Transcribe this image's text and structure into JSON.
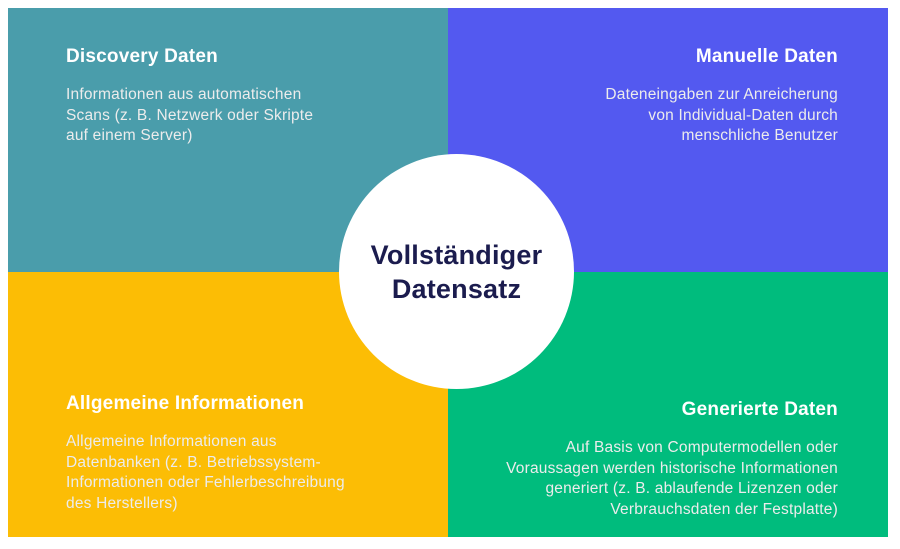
{
  "diagram": {
    "title": "Datensatz-Quadranten-Diagramm",
    "palette": {
      "background": "#FFFFFF",
      "title_text": "#FFFFFF",
      "body_text": "#ECECEC",
      "center_text": "#1B1C4E",
      "center_bg": "#FFFFFF"
    },
    "center": {
      "label": "Vollständiger\nDatensatz"
    },
    "quadrants": {
      "top_left": {
        "title": "Discovery Daten",
        "body": "Informationen aus automatischen\nScans (z. B. Netzwerk oder Skripte\nauf einem Server)",
        "bg": "#4A9DAB"
      },
      "top_right": {
        "title": "Manuelle Daten",
        "body": "Dateneingaben zur Anreicherung\nvon Individual-Daten durch\nmenschliche Benutzer",
        "bg": "#5359F0"
      },
      "bottom_left": {
        "title": "Allgemeine Informationen",
        "body": "Allgemeine Informationen aus\nDatenbanken (z. B. Betriebssystem-\nInformationen oder Fehlerbeschreibung\ndes Herstellers)",
        "bg": "#FCBD05"
      },
      "bottom_right": {
        "title": "Generierte Daten",
        "body": "Auf Basis von Computermodellen oder\nVoraussagen werden historische Informationen\ngeneriert (z. B. ablaufende Lizenzen oder\nVerbrauchsdaten der Festplatte)",
        "bg": "#00BC7D"
      }
    }
  }
}
